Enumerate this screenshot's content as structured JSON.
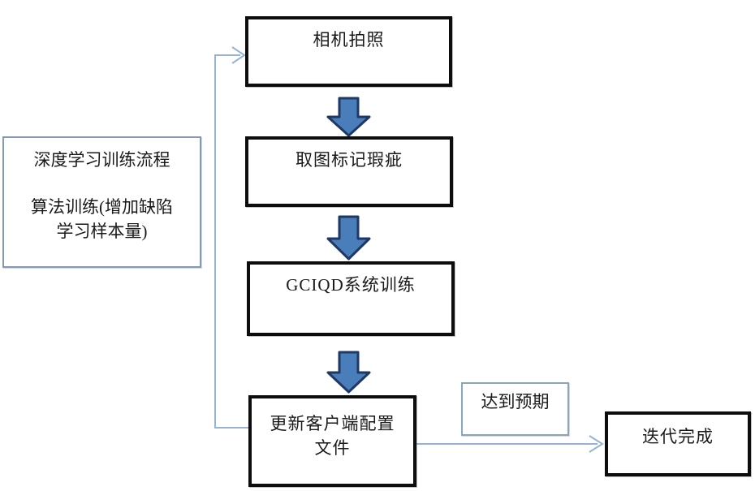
{
  "flowchart": {
    "left_note": {
      "line1": "深度学习训练流程",
      "line2": "算法训练(增加缺陷",
      "line3": "学习样本量)"
    },
    "steps": [
      {
        "id": "camera",
        "label": "相机拍照"
      },
      {
        "id": "mark-defects",
        "label": "取图标记瑕疵"
      },
      {
        "id": "gciqd-training",
        "label": "GCIQD系统训练"
      },
      {
        "id": "update-client-config",
        "label_line1": "更新客户端配置",
        "label_line2": "文件"
      }
    ],
    "branch_label": "达到预期",
    "end_label": "迭代完成"
  },
  "colors": {
    "process_border": "#0d0d0d",
    "note_border": "#8399b5",
    "connector_line": "#95b3d7",
    "block_arrow_fill": "#4a7ebb",
    "block_arrow_outline": "#1f3864",
    "background": "#ffffff",
    "text": "#1a1a1a"
  }
}
